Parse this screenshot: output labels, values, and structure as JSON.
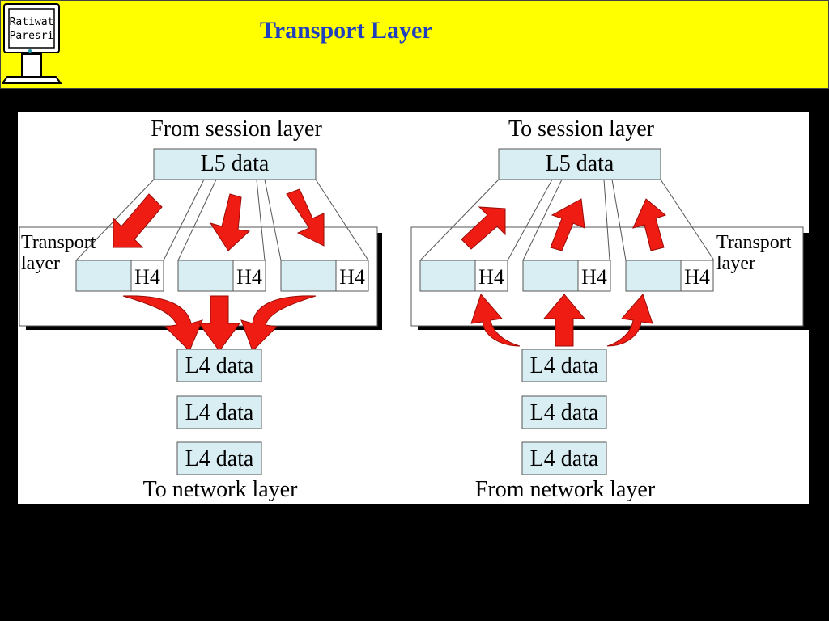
{
  "header": {
    "title": "Transport Layer"
  },
  "logo": {
    "line1": "Ratiwat",
    "line2": "Paresri"
  },
  "slide": {
    "background_title": "Transport Layer"
  },
  "diagram": {
    "left": {
      "top_label": "From session layer",
      "l5": "L5 data",
      "layer_label_1": "Transport",
      "layer_label_2": "layer",
      "header": "H4",
      "l4": [
        "L4 data",
        "L4 data",
        "L4 data"
      ],
      "bottom_label": "To network layer"
    },
    "right": {
      "top_label": "To session layer",
      "l5": "L5 data",
      "layer_label_1": "Transport",
      "layer_label_2": "layer",
      "header": "H4",
      "l4": [
        "L4 data",
        "L4 data",
        "L4 data"
      ],
      "bottom_label": "From network layer"
    }
  },
  "colors": {
    "header_bg": "#ffff00",
    "title": "#1f3fbf",
    "box_fill": "#d8eef2",
    "arrow": "#ee1c12"
  }
}
